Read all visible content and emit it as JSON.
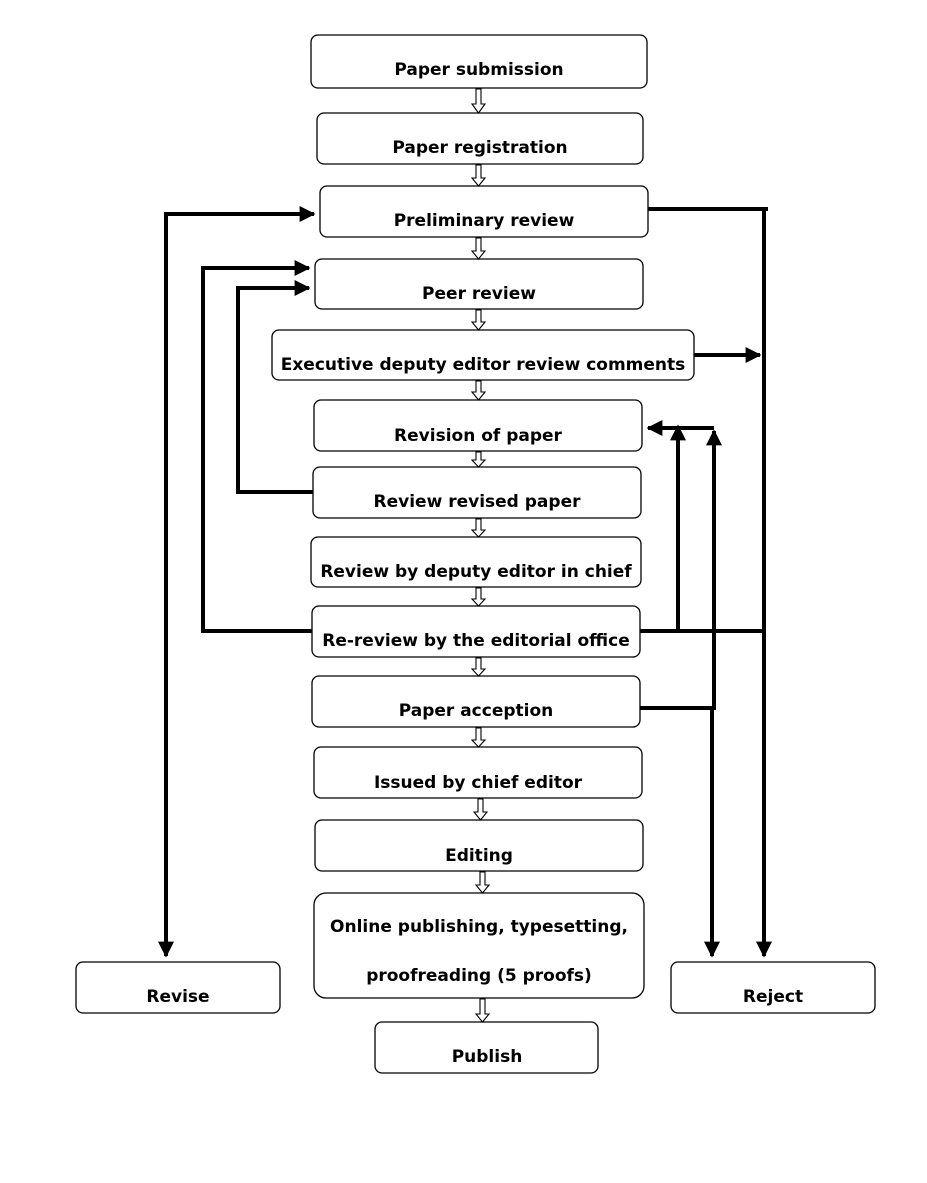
{
  "nodes": {
    "submission": "Paper submission",
    "registration": "Paper registration",
    "preliminary": "Preliminary review",
    "peer": "Peer review",
    "executive": "Executive deputy editor review comments",
    "revision": "Revision of paper",
    "review_revised": "Review revised paper",
    "deputy_chief": "Review by deputy editor in chief",
    "re_review": "Re-review by the editorial office",
    "acception": "Paper acception",
    "issued": "Issued by chief editor",
    "editing": "Editing",
    "online_line1": "Online publishing, typesetting,",
    "online_line2": "proofreading (5 proofs)",
    "publish": "Publish",
    "revise": "Revise",
    "reject": "Reject"
  },
  "colors": {
    "stroke": "#000000",
    "fill": "#ffffff",
    "text": "#000000"
  }
}
